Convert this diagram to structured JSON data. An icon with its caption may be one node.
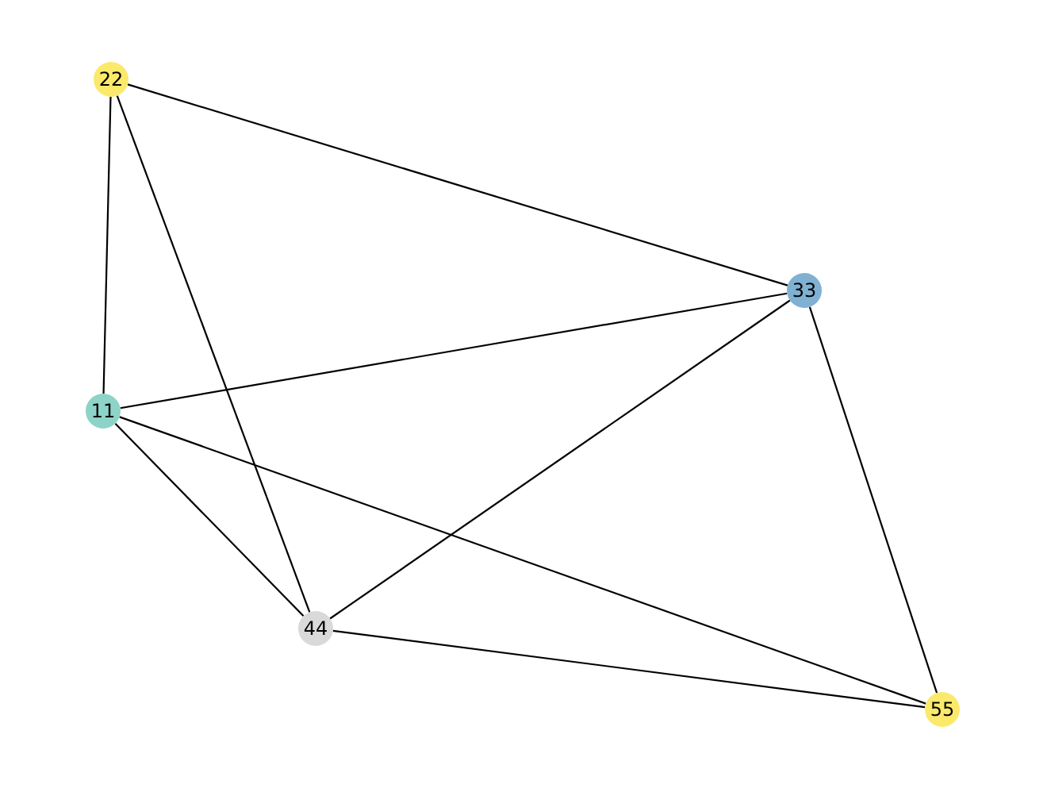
{
  "diagram": {
    "nodes": [
      {
        "text": [
          "22"
        ]
      },
      {
        "text": [
          "33"
        ]
      },
      {
        "text": [
          "11"
        ]
      },
      {
        "text": [
          "44"
        ]
      },
      {
        "text": [
          "55"
        ]
      }
    ],
    "edges": [
      {
        "from": 0,
        "to": 1,
        "arrow": "none"
      },
      {
        "from": 0,
        "to": 2,
        "arrow": "none"
      },
      {
        "from": 0,
        "to": 3,
        "arrow": "none"
      },
      {
        "from": 1,
        "to": 2,
        "arrow": "none"
      },
      {
        "from": 1,
        "to": 3,
        "arrow": "none"
      },
      {
        "from": 1,
        "to": 4,
        "arrow": "none"
      },
      {
        "from": 2,
        "to": 3,
        "arrow": "none"
      },
      {
        "from": 2,
        "to": 4,
        "arrow": "none"
      },
      {
        "from": 3,
        "to": 4,
        "arrow": "none"
      }
    ]
  }
}
